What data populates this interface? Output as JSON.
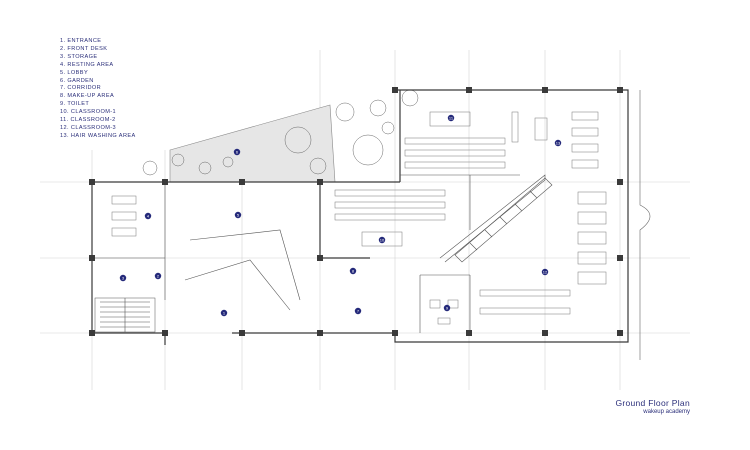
{
  "legend": [
    "1.  ENTRANCE",
    "2.  FRONT DESK",
    "3.  STORAGE",
    "4.  RESTING AREA",
    "5.  LOBBY",
    "6.  GARDEN",
    "7.  CORRIDOR",
    "8.  MAKE-UP AREA",
    "9.  TOILET",
    "10.  CLASSROOM-1",
    "11.  CLASSROOM-2",
    "12.  CLASSROOM-3",
    "13.  HAIR WASHING AREA"
  ],
  "plan": {
    "title": "Ground Floor Plan",
    "subtitle": "wakeup academy",
    "markers": [
      "1",
      "2",
      "3",
      "4",
      "5",
      "6",
      "7",
      "8",
      "9",
      "10",
      "11",
      "12",
      "13"
    ]
  },
  "colors": {
    "accent": "#24297a",
    "text": "#2b2f7a",
    "garden_fill": "#e6e6e6",
    "walls": "#3a3a3a",
    "grid": "#d4d4d4"
  }
}
